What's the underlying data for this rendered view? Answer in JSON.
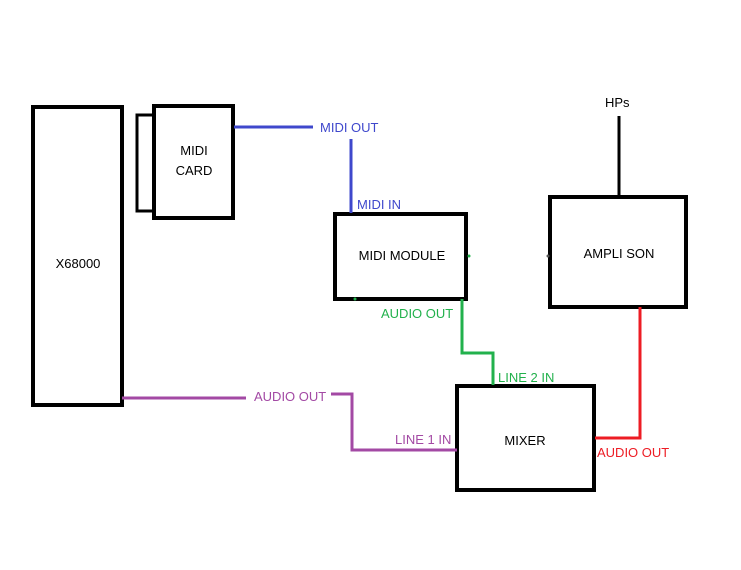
{
  "colors": {
    "box": "#000000",
    "midi": "#3f48cc",
    "midi_module_audio": "#22b14c",
    "x68000_audio": "#a349a4",
    "mixer_audio": "#ed1c24",
    "hps": "#000000"
  },
  "boxes": {
    "x68000": "X68000",
    "midi_card_line1": "MIDI",
    "midi_card_line2": "CARD",
    "midi_module": "MIDI MODULE",
    "ampli_son": "AMPLI SON",
    "mixer": "MIXER"
  },
  "labels": {
    "midi_out": "MIDI OUT",
    "midi_in": "MIDI IN",
    "hps": "HPs",
    "midi_module_audio_out": "AUDIO OUT",
    "line_2_in": "LINE 2 IN",
    "x68000_audio_out": "AUDIO OUT",
    "line_1_in": "LINE 1 IN",
    "mixer_audio_out": "AUDIO OUT"
  }
}
